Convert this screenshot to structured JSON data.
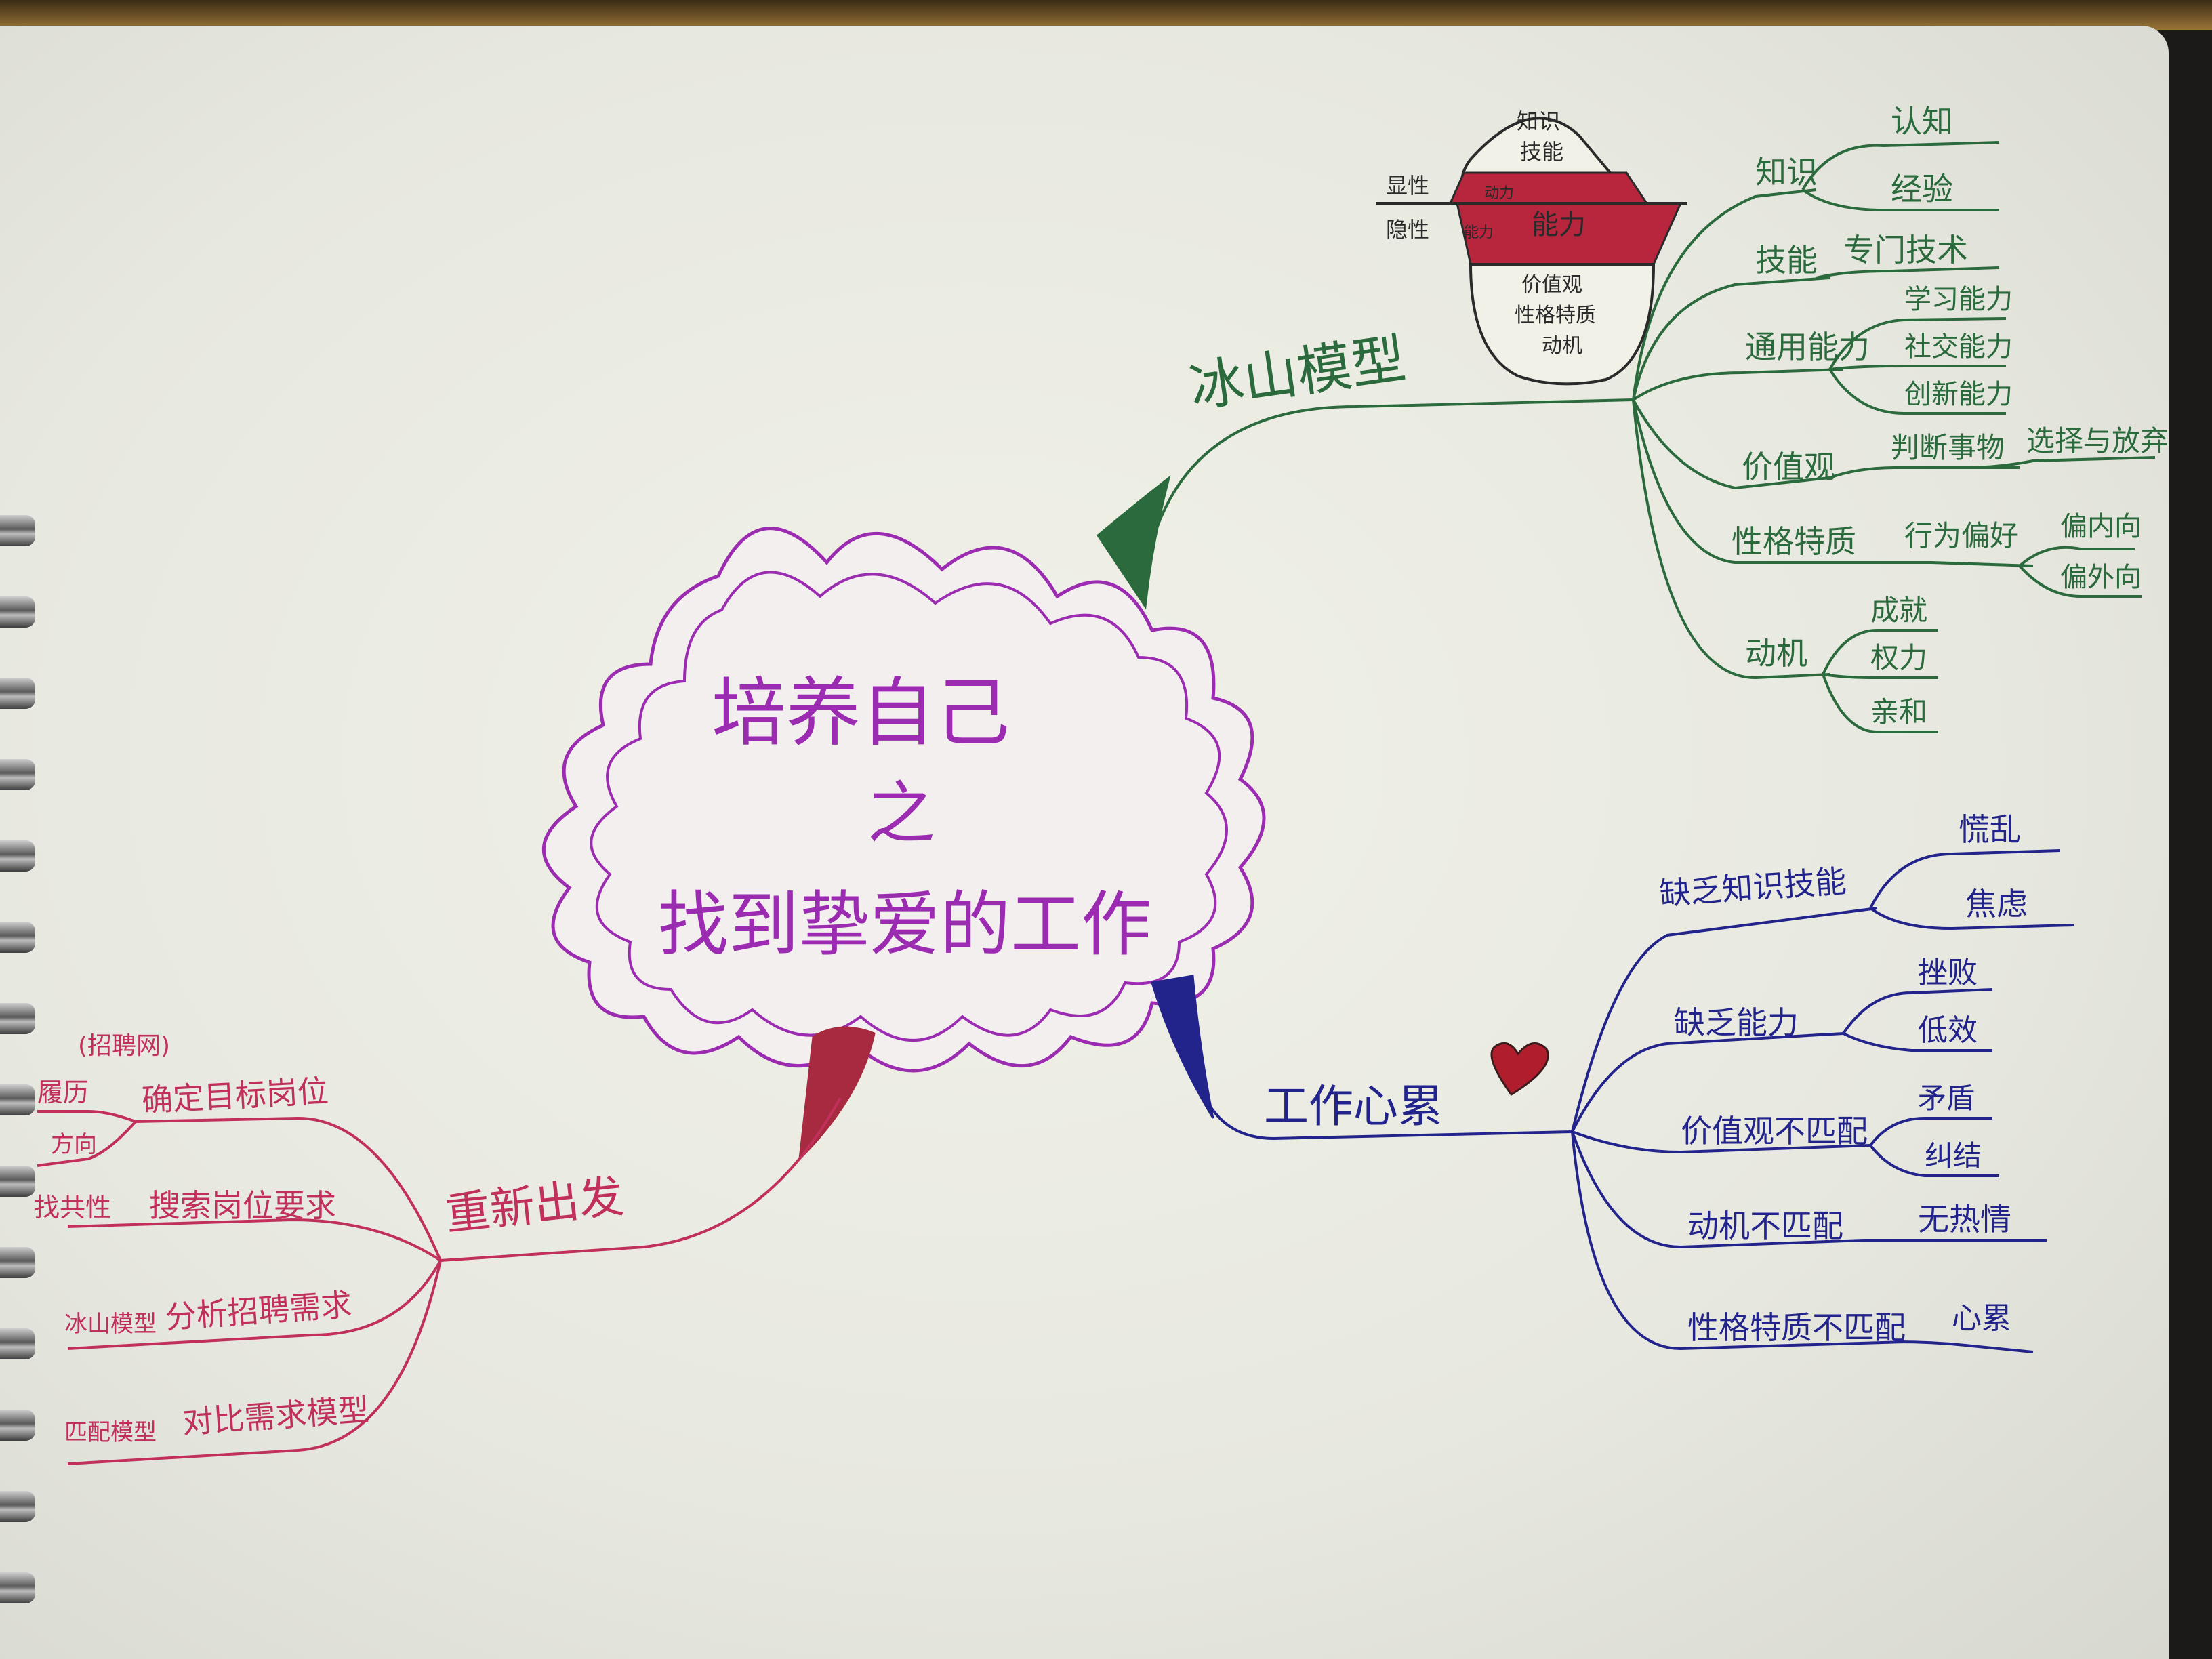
{
  "center": {
    "line1": "培养自己",
    "line2": "之",
    "line3": "找到挚爱的工作"
  },
  "iceberg": {
    "tip": [
      "知识",
      "技能"
    ],
    "explicit_label": "显性",
    "implicit_label": "隐性",
    "band_small_top": "动力",
    "band_small_left": "能力",
    "band_main": "能力",
    "bottom": [
      "价值观",
      "性格特质",
      "动机"
    ]
  },
  "iceberg_branch": {
    "title": "冰山模型",
    "nodes": [
      {
        "label": "知识",
        "children": [
          "认知",
          "经验"
        ]
      },
      {
        "label": "技能",
        "children": [
          "专门技术"
        ]
      },
      {
        "label": "通用能力",
        "children": [
          "学习能力",
          "社交能力",
          "创新能力"
        ]
      },
      {
        "label": "价值观",
        "children": [
          "判断事物"
        ],
        "grandchild": "选择与放弃"
      },
      {
        "label": "性格特质",
        "children": [
          "行为偏好"
        ],
        "grandchildren": [
          "偏内向",
          "偏外向"
        ]
      },
      {
        "label": "动机",
        "children": [
          "成就",
          "权力",
          "亲和"
        ]
      }
    ]
  },
  "tired_branch": {
    "title": "工作心累",
    "nodes": [
      {
        "label": "缺乏知识技能",
        "children": [
          "慌乱",
          "焦虑"
        ]
      },
      {
        "label": "缺乏能力",
        "children": [
          "挫败",
          "低效"
        ]
      },
      {
        "label": "价值观不匹配",
        "children": [
          "矛盾",
          "纠结"
        ]
      },
      {
        "label": "动机不匹配",
        "children": [
          "无热情"
        ]
      },
      {
        "label": "性格特质不匹配",
        "children": [
          "心累"
        ]
      }
    ]
  },
  "restart_branch": {
    "title": "重新出发",
    "note": "(招聘网)",
    "nodes": [
      {
        "label": "确定目标岗位",
        "prefixes": [
          "履历",
          "方向"
        ]
      },
      {
        "label": "搜索岗位要求",
        "prefix": "找共性"
      },
      {
        "label": "分析招聘需求",
        "prefix": "冰山模型"
      },
      {
        "label": "对比需求模型",
        "prefix": "匹配模型"
      }
    ]
  },
  "colors": {
    "center": "#9b2bb0",
    "iceberg_branch": "#2a6a3c",
    "tired_branch": "#23238c",
    "restart_branch": "#c1305a",
    "iceberg_band": "#b8263e",
    "heart": "#b01e2e"
  },
  "icons": [
    "heart-icon",
    "iceberg-icon",
    "spiral-binding-icon"
  ]
}
